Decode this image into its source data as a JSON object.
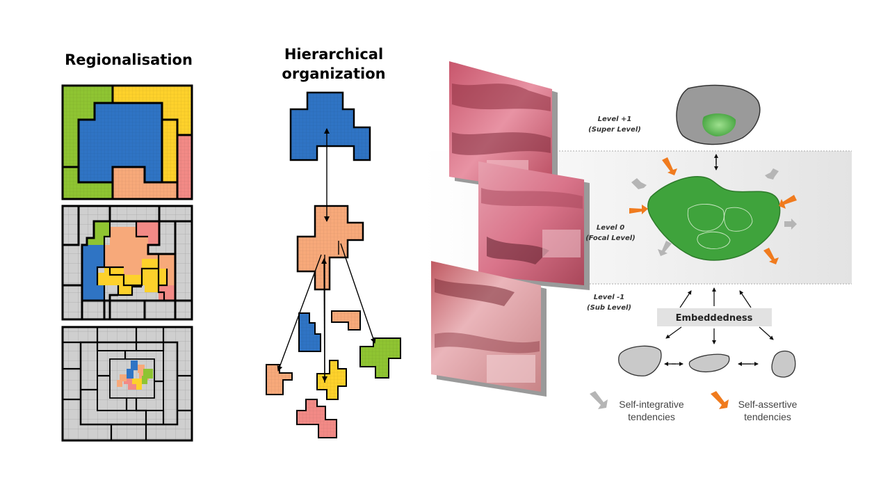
{
  "titles": {
    "regionalisation": "Regionalisation",
    "hierarchical_line1": "Hierarchical",
    "hierarchical_line2": "organization"
  },
  "levels": {
    "super_l1": "Level +1",
    "super_l2": "(Super Level)",
    "focal_l1": "Level 0",
    "focal_l2": "(Focal Level)",
    "sub_l1": "Level -1",
    "sub_l2": "(Sub Level)"
  },
  "embeddedness": "Embeddedness",
  "legend": {
    "integrative_l1": "Self-integrative",
    "integrative_l2": "tendencies",
    "assertive_l1": "Self-assertive",
    "assertive_l2": "tendencies"
  },
  "colors": {
    "blue": "#2f74c4",
    "peach": "#f7a97a",
    "yellow": "#fdd12b",
    "green": "#8fc432",
    "pink": "#f28a86",
    "grey_fill": "#cfcfcf",
    "focal_green": "#3fa33c",
    "assertive_orange": "#f07b1e",
    "integrative_grey": "#b5b5b5"
  }
}
